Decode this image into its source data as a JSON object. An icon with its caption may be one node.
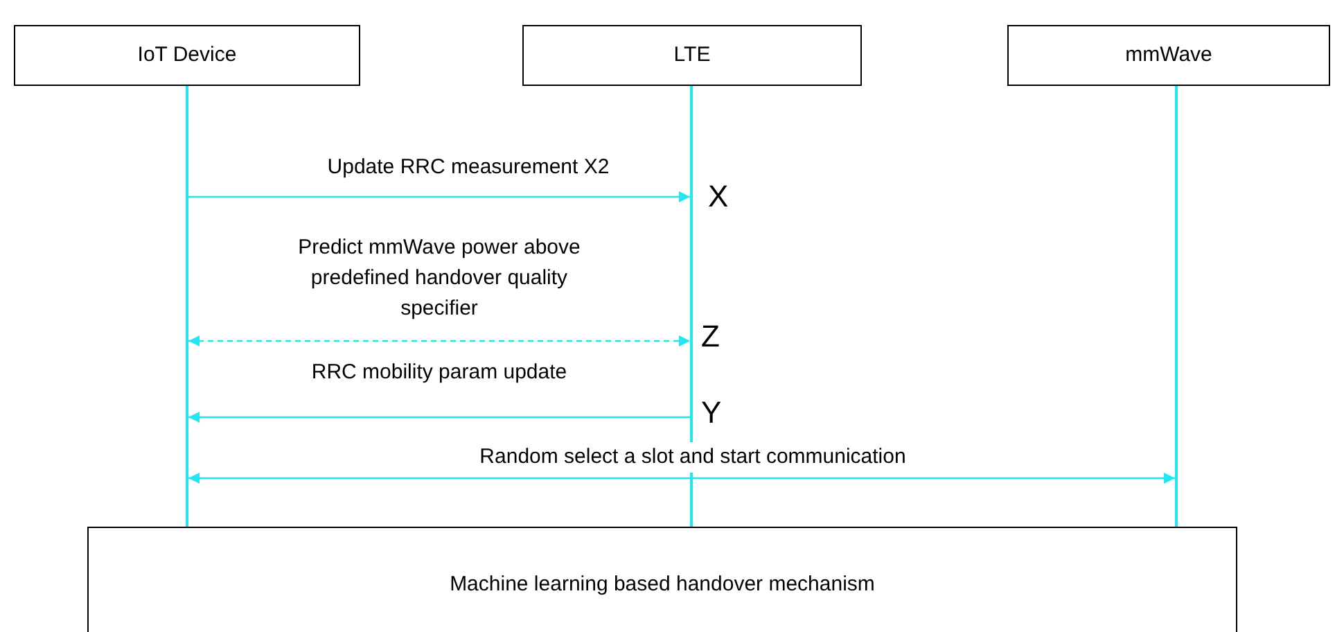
{
  "diagram": {
    "nodes": [
      {
        "text": [
          "IoT Device"
        ]
      },
      {
        "text": [
          "LTE"
        ]
      },
      {
        "text": [
          "mmWave"
        ]
      },
      {
        "text": [
          "Machine learning based handover mechanism"
        ]
      },
      {
        "text": [],
        "shape": "bar"
      },
      {
        "text": [],
        "shape": "bar"
      },
      {
        "text": [],
        "shape": "bar"
      }
    ],
    "edges": [
      {
        "from": 4,
        "to": 5,
        "arrow": "to",
        "label": "Update RRC measurement X2"
      },
      {
        "from": 4,
        "to": 5,
        "arrow": "both",
        "style": "dashed",
        "label": "Predict mmWave power above predefined handover quality specifier"
      },
      {
        "from": 5,
        "to": 4,
        "arrow": "to",
        "label": "RRC mobility param update"
      },
      {
        "from": 4,
        "to": 6,
        "arrow": "both",
        "label": "Random select a slot and start communication"
      }
    ],
    "labels": [
      "X",
      "Z",
      "Y"
    ]
  }
}
